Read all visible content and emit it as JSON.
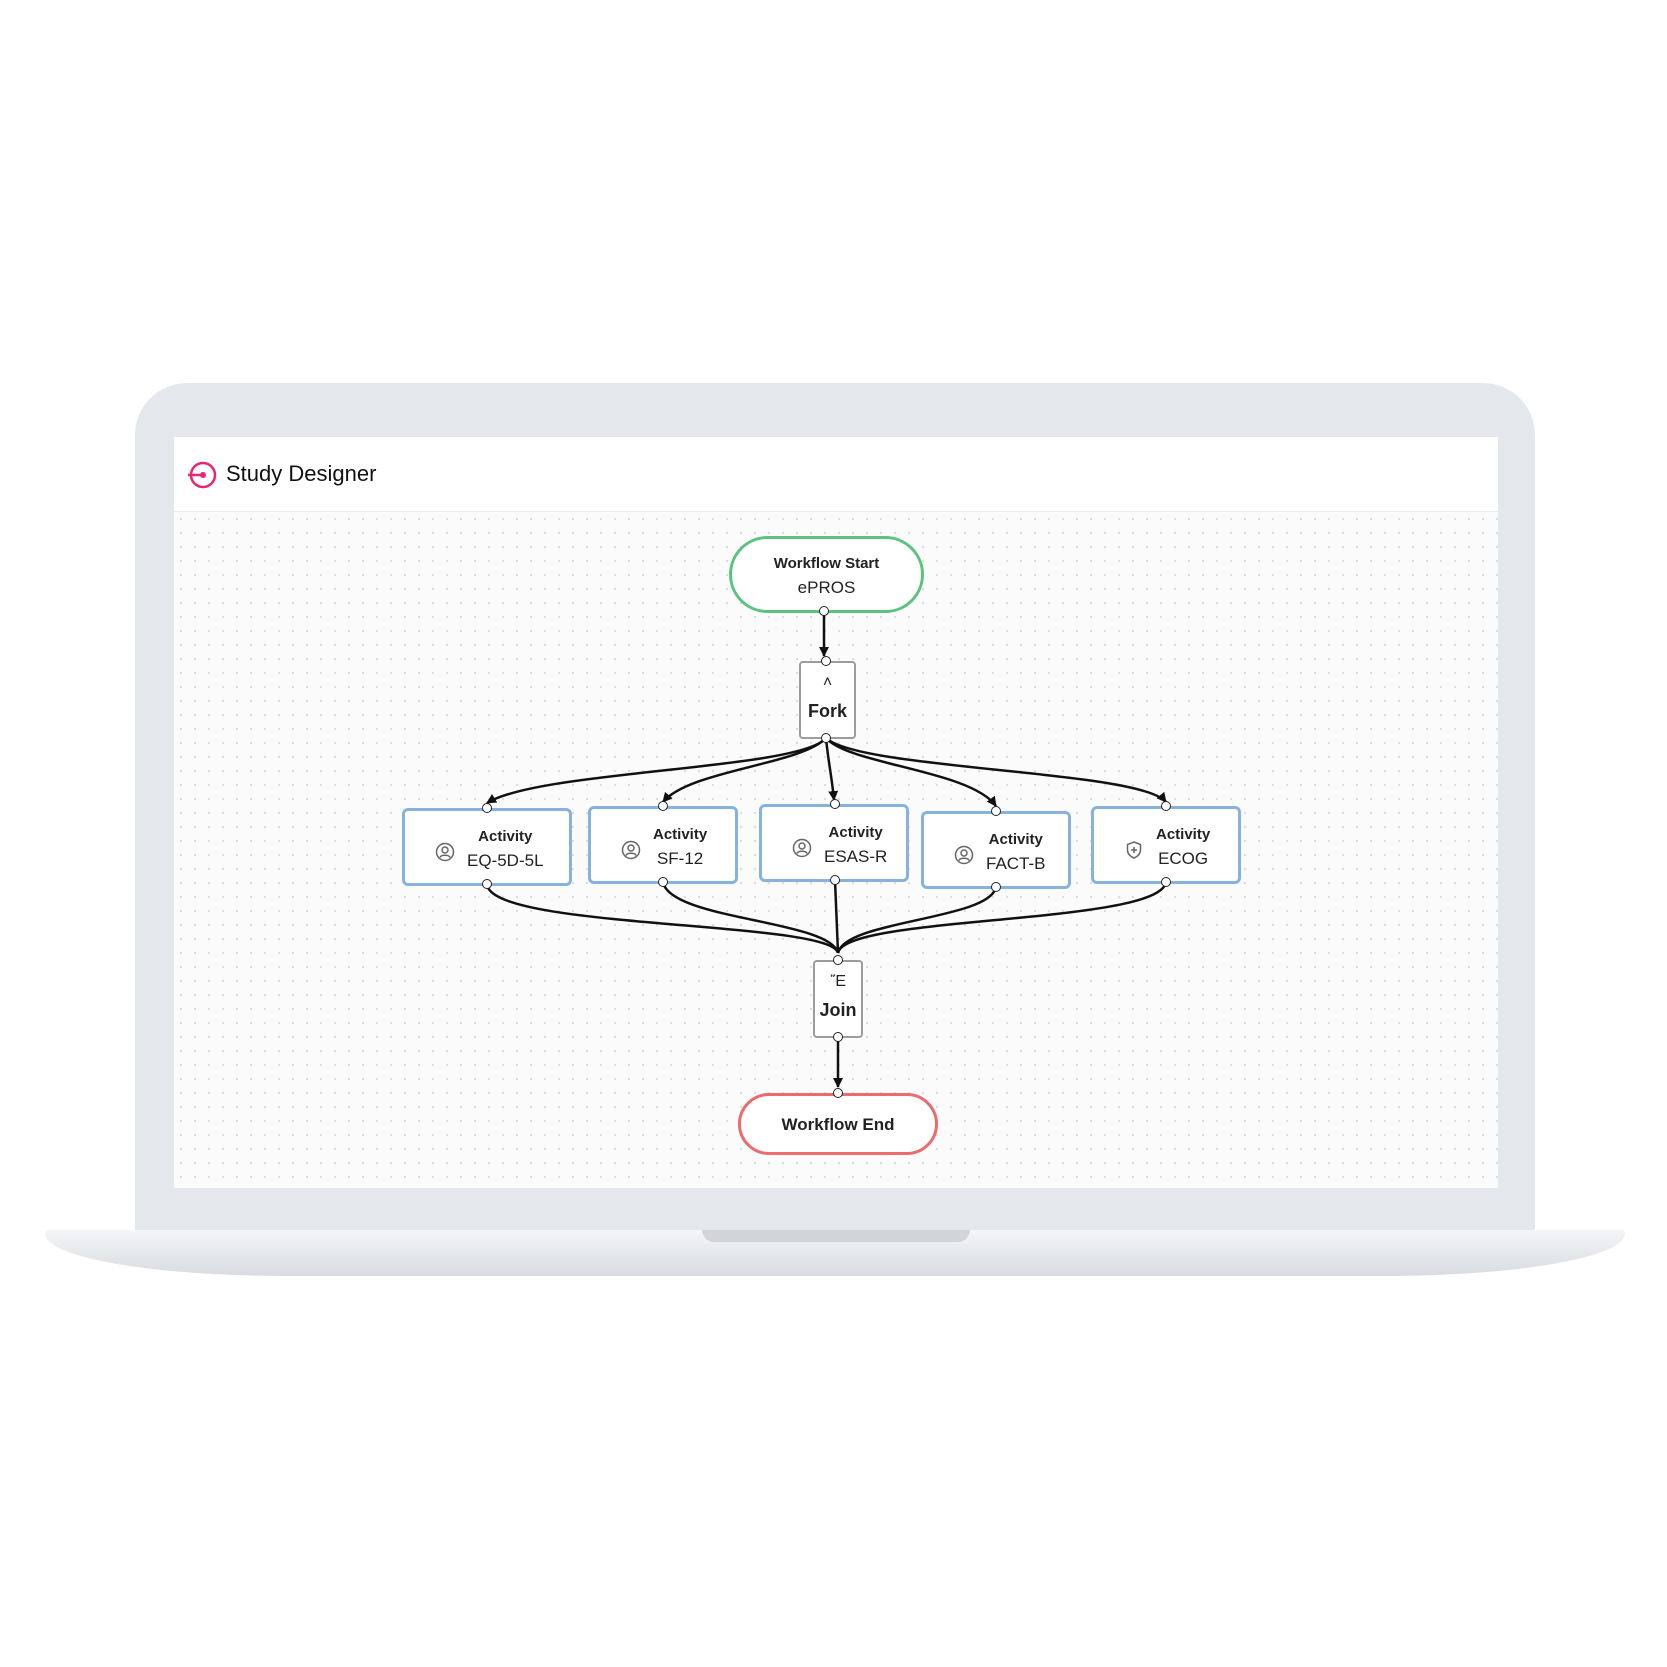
{
  "app": {
    "title": "Study Designer",
    "accent_color": "#e5286f"
  },
  "workflow": {
    "start": {
      "label": "Workflow Start",
      "name": "ePROS",
      "color": "#5cc37f"
    },
    "fork": {
      "label": "Fork",
      "icon": "fork-icon"
    },
    "activities": [
      {
        "label": "Activity",
        "name": "EQ-5D-5L",
        "icon": "person-icon"
      },
      {
        "label": "Activity",
        "name": "SF-12",
        "icon": "person-icon"
      },
      {
        "label": "Activity",
        "name": "ESAS-R",
        "icon": "person-icon"
      },
      {
        "label": "Activity",
        "name": "FACT-B",
        "icon": "person-icon"
      },
      {
        "label": "Activity",
        "name": "ECOG",
        "icon": "shield-icon"
      }
    ],
    "join": {
      "label": "Join",
      "icon": "join-icon"
    },
    "end": {
      "label": "Workflow End",
      "color": "#ea6c6c"
    },
    "activity_border_color": "#87b2de"
  }
}
